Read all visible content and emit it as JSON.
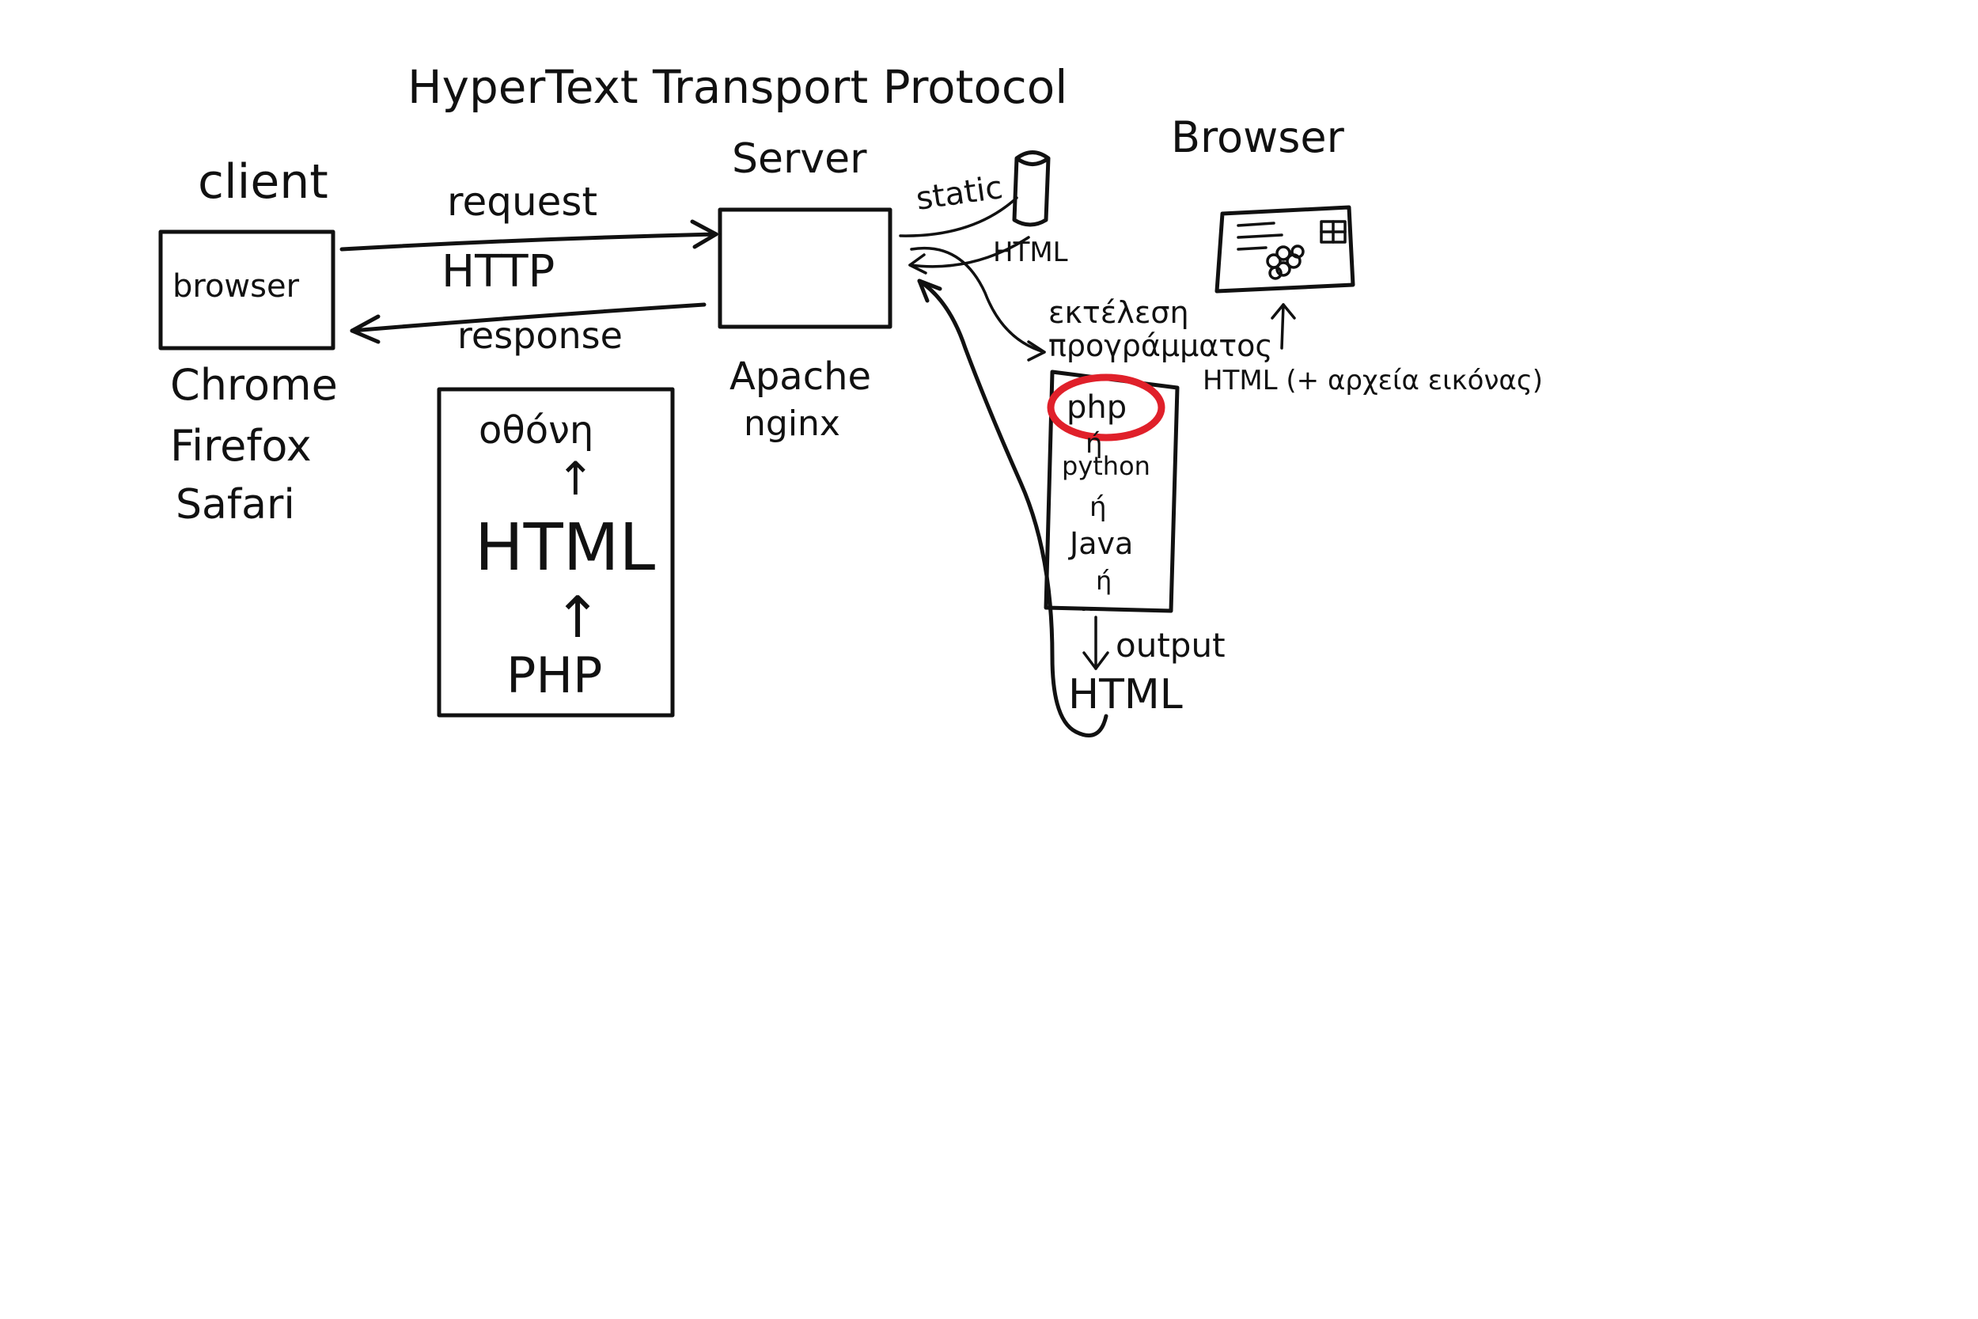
{
  "title": "HyperText Transport Protocol",
  "client": {
    "heading": "client",
    "box_label": "browser",
    "examples": [
      "Chrome",
      "Firefox",
      "Safari"
    ]
  },
  "server": {
    "heading": "Server",
    "examples": [
      "Apache",
      "nginx"
    ]
  },
  "arrows": {
    "request": "request",
    "protocol": "HTTP",
    "response": "response",
    "static": "static",
    "static_file": "HTML",
    "execution": [
      "εκτέλεση",
      "προγράμματος"
    ],
    "output": "output",
    "output_html": "HTML",
    "to_browser": "HTML (+ αρχεία εικόνας)"
  },
  "pipeline_box": [
    "οθόνη",
    "↑",
    "HTML",
    "↑",
    "PHP"
  ],
  "languages": [
    "php",
    "ή",
    "python",
    "ή",
    "Java",
    "ή",
    "..."
  ],
  "browser_render": {
    "heading": "Browser"
  },
  "colors": {
    "ink": "#111111",
    "highlight": "#e0202a",
    "background": "#ffffff"
  }
}
